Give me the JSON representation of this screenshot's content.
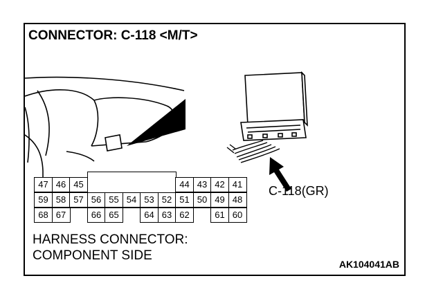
{
  "title": "CONNECTOR: C-118 <M/T>",
  "callout_label": "C-118(GR)",
  "caption_line1": "HARNESS CONNECTOR:",
  "caption_line2": "COMPONENT SIDE",
  "figure_code": "AK104041AB",
  "connector_pins": {
    "row1": [
      "47",
      "46",
      "45",
      "",
      "44",
      "43",
      "42",
      "41"
    ],
    "row2": [
      "59",
      "58",
      "57",
      "56",
      "55",
      "54",
      "53",
      "52",
      "51",
      "50",
      "49",
      "48"
    ],
    "row3": [
      "68",
      "67",
      "",
      "66",
      "65",
      "",
      "64",
      "63",
      "62",
      "",
      "61",
      "60"
    ]
  }
}
